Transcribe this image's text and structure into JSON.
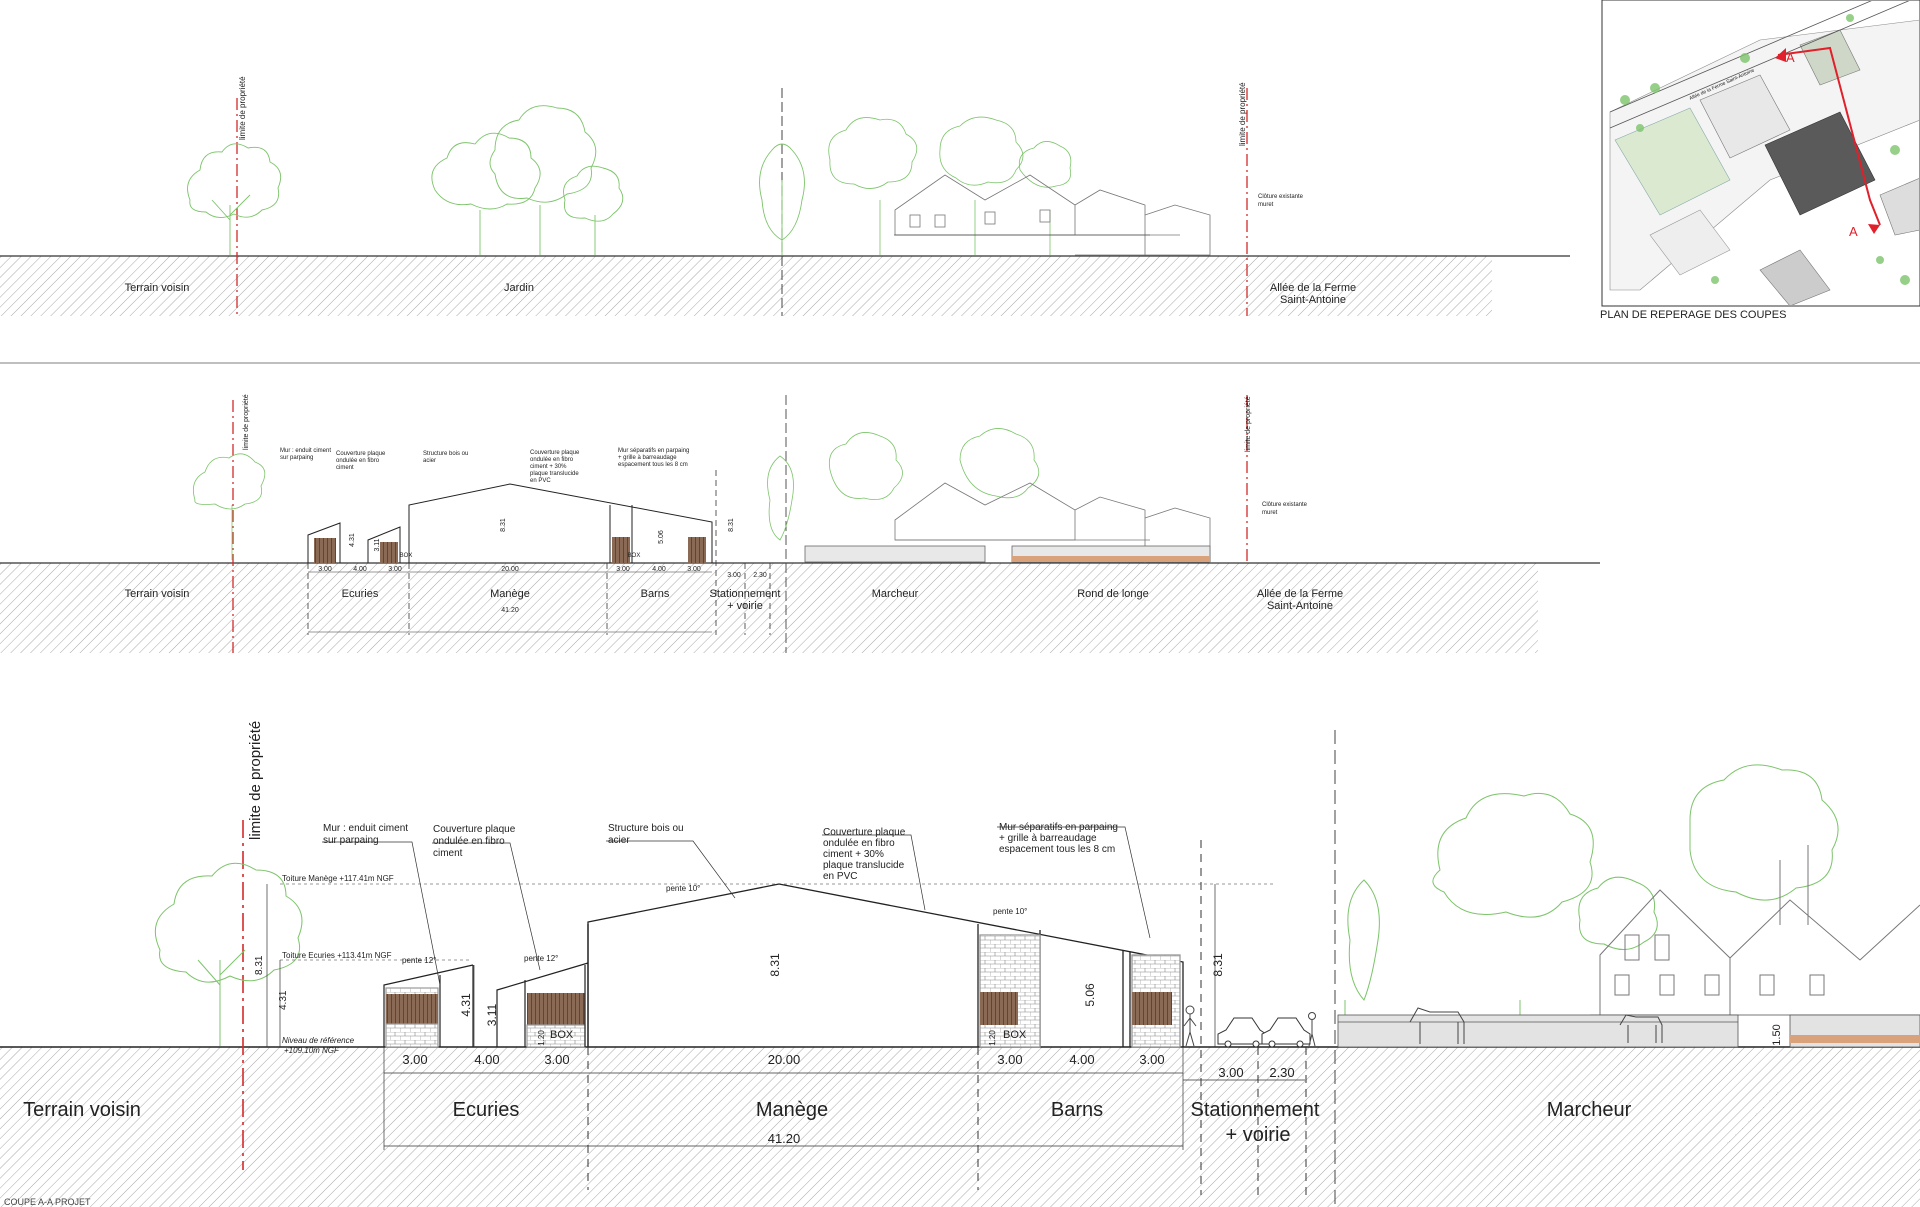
{
  "sections": [
    {
      "id": "s1",
      "ground_labels": [
        "Terrain voisin",
        "Jardin",
        "Allée de la Ferme",
        "Saint-Antoine"
      ],
      "property_line_label": "limite de propriété",
      "fence_note": [
        "Clôture existante",
        "muret"
      ]
    },
    {
      "id": "s2",
      "ground_labels": [
        "Terrain voisin",
        "Ecuries",
        "Manège",
        "Barns",
        "Stationnement",
        "+ voirie",
        "Marcheur",
        "Rond de longe",
        "Allée de la Ferme",
        "Saint-Antoine"
      ],
      "property_line_label": "limite de propriété",
      "fence_note": [
        "Clôture existante",
        "muret"
      ],
      "annotations": [
        "Mur : enduit ciment",
        "sur parpaing",
        "Couverture plaque",
        "ondulée en fibro",
        "ciment",
        "Structure bois ou",
        "acier",
        "Couverture plaque",
        "ondulée en fibro",
        "ciment + 30%",
        "plaque translucide",
        "en PVC",
        "Mur séparatifs en parpaing",
        "+ grille à barreaudage",
        "espacement tous les 8 cm"
      ],
      "dimensions": [
        "3.00",
        "4.00",
        "3.00",
        "20.00",
        "3.00",
        "4.00",
        "3.00",
        "3.00",
        "2.30",
        "41.20",
        "8.31",
        "4.31",
        "3.11",
        "5.06",
        "8.31"
      ],
      "box": "BOX"
    },
    {
      "id": "s3",
      "ground_labels": [
        "Terrain voisin",
        "Ecuries",
        "Manège",
        "Barns",
        "Stationnement",
        "+ voirie",
        "Marcheur"
      ],
      "property_line_label": "limite de propriété",
      "annotations": {
        "mur": [
          "Mur : enduit ciment",
          "sur parpaing"
        ],
        "couverture1": [
          "Couverture plaque",
          "ondulée en fibro",
          "ciment"
        ],
        "structure": [
          "Structure bois ou",
          "acier"
        ],
        "couverture2": [
          "Couverture plaque",
          "ondulée en fibro",
          "ciment  + 30%",
          "plaque translucide",
          "en PVC"
        ],
        "mur_sep": [
          "Mur séparatifs en parpaing",
          "+ grille à barreaudage",
          "espacement tous les 8 cm"
        ]
      },
      "levels": {
        "toit_manege": "Toiture Manège +117.41m NGF",
        "toit_ecuries": "Toiture Ecuries +113.41m NGF",
        "niveau_ref_1": "Niveau de référence",
        "niveau_ref_2": "+109.10m NGF"
      },
      "slopes": [
        "pente 12°",
        "pente 12°",
        "pente 10°",
        "pente 10°"
      ],
      "dims": {
        "ecuries": [
          "3.00",
          "4.00",
          "3.00"
        ],
        "manege": "20.00",
        "barns": [
          "3.00",
          "4.00",
          "3.00"
        ],
        "stationnement": [
          "3.00",
          "2.30"
        ],
        "total": "41.20",
        "h_manege": "8.31",
        "h_ecuries": "4.31",
        "h_ecuries_low": "3.11",
        "h_barns": "5.06",
        "h_total": "8.31",
        "left_831": "8.31",
        "left_431": "4.31",
        "h120": "1.20",
        "h150": "1.50"
      },
      "box": "BOX"
    }
  ],
  "plan": {
    "caption": "PLAN DE REPERAGE DES COUPES",
    "section_marker": "A",
    "road_label": "Allée de la Ferme Saint-Antoine"
  },
  "footer": "COUPE A-A PROJET",
  "colors": {
    "tree": "#7dc46b",
    "red_line": "#d42a2a",
    "hatch": "#9a9a9a",
    "wood": "#8a6a55",
    "plan_red": "#e0202a"
  }
}
